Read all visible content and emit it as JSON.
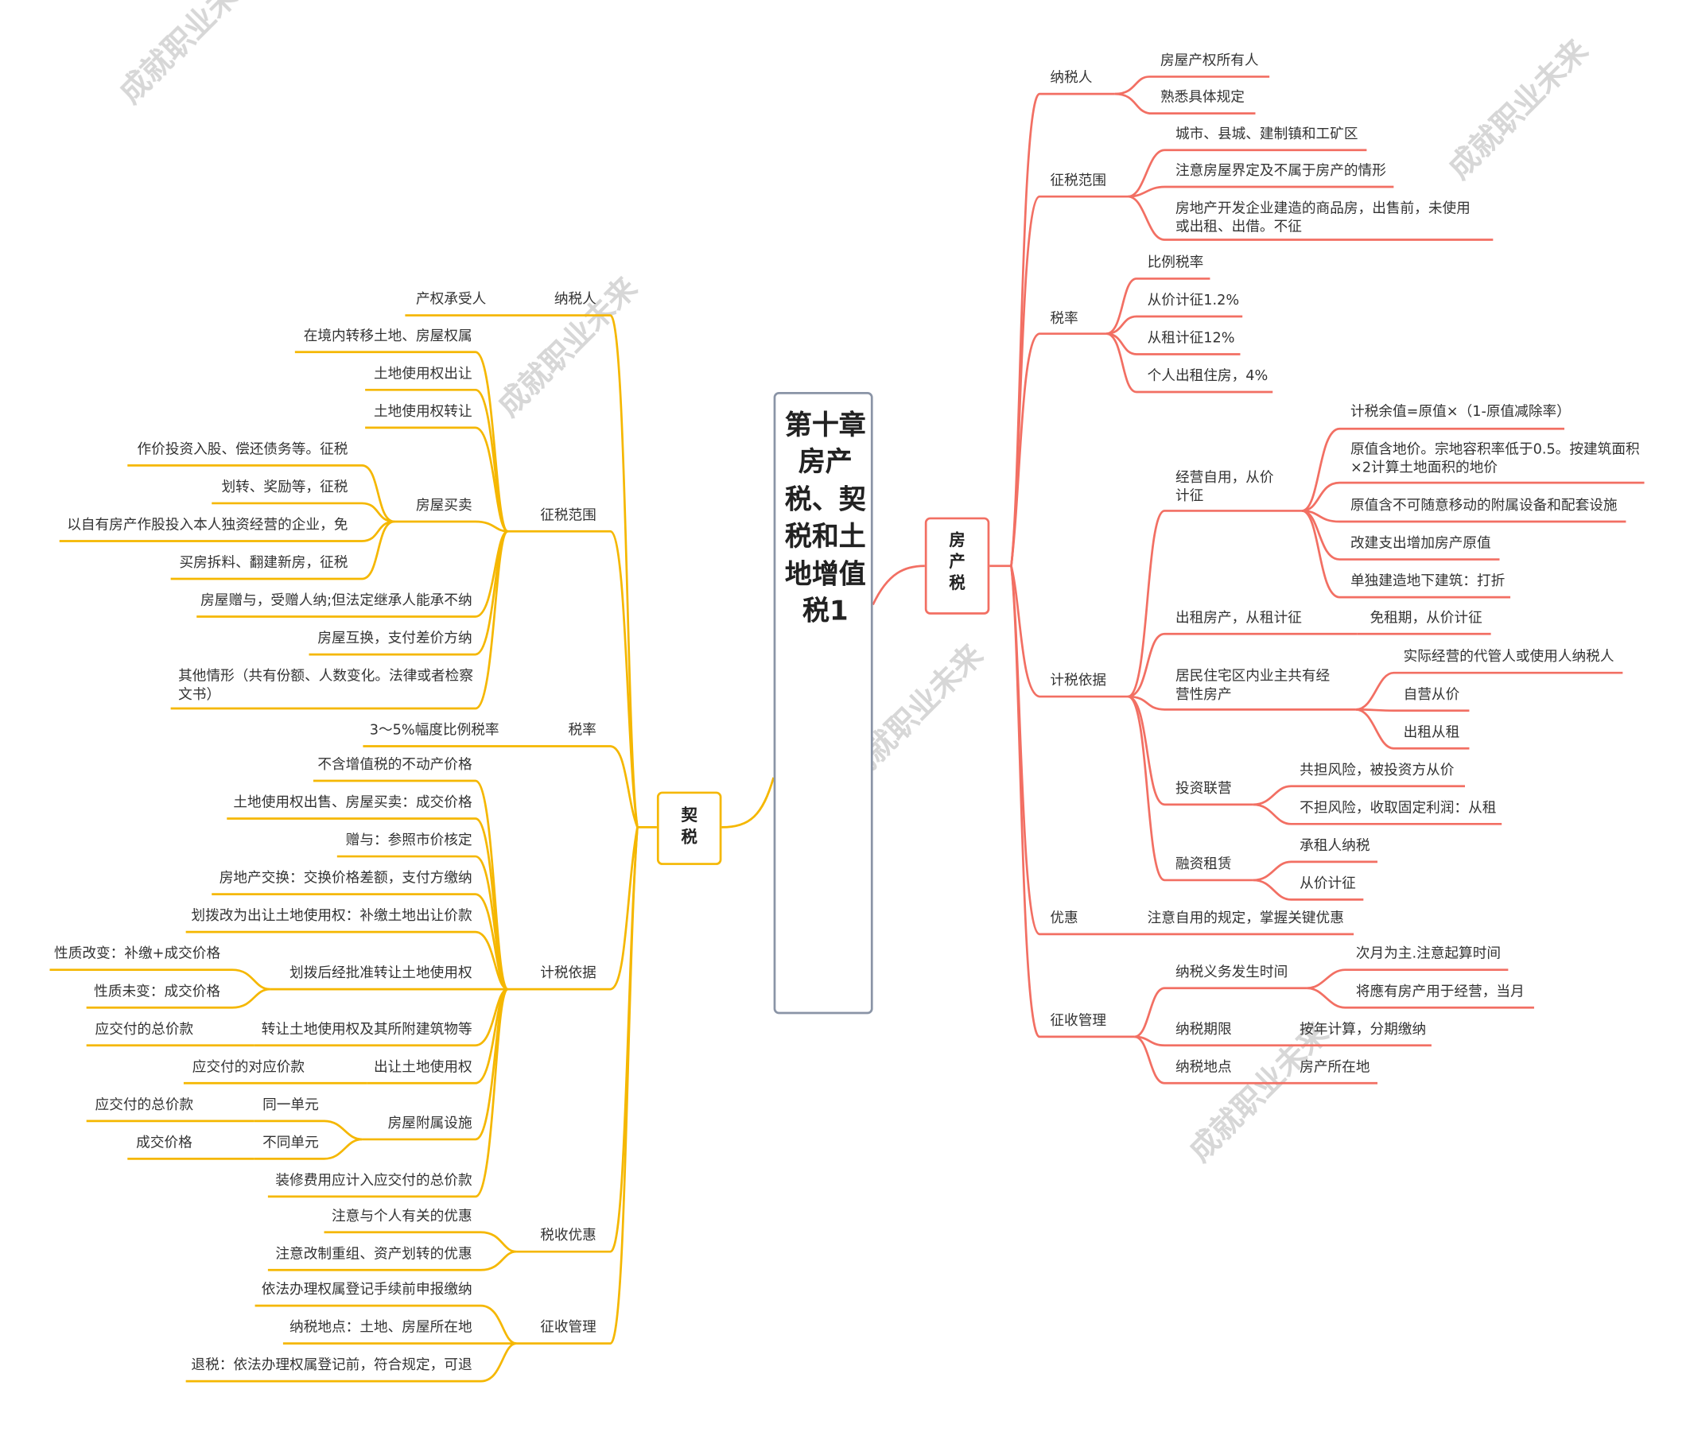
{
  "central_title": "第十章房产税、契税和土地增值税1",
  "colors": {
    "fcs": "#f26f63",
    "qs": "#f5b700",
    "central_border": "#8a94a6"
  },
  "watermark": {
    "text": "成就职业未来"
  },
  "fcs": {
    "title": "房产税",
    "nashuiren": {
      "label": "纳税人",
      "items": [
        "房屋产权所有人",
        "熟悉具体规定"
      ]
    },
    "fanwei": {
      "label": "征税范围",
      "items": [
        "城市、县城、建制镇和工矿区",
        "注意房屋界定及不属于房产的情形",
        "房地产开发企业建造的商品房，出售前，未使用或出租、出借。不征"
      ]
    },
    "shuilv": {
      "label": "税率",
      "items": [
        "比例税率",
        "从价计征1.2%",
        "从租计征12%",
        "个人出租住房，4%"
      ]
    },
    "yiju": {
      "label": "计税依据",
      "jingying": {
        "label": "经营自用，从价计征",
        "items": [
          "计税余值=原值×（1-原值减除率）",
          "原值含地价。宗地容积率低于0.5。按建筑面积×2计算土地面积的地价",
          "原值含不可随意移动的附属设备和配套设施",
          "改建支出增加房产原值",
          "单独建造地下建筑：打折"
        ]
      },
      "chuzu": {
        "label": "出租房产，从租计征",
        "item": "免租期，从价计征"
      },
      "jumin": {
        "label": "居民住宅区内业主共有经营性房产",
        "items": [
          "实际经营的代管人或使用人纳税人",
          "自营从价",
          "出租从租"
        ]
      },
      "touzi": {
        "label": "投资联营",
        "items": [
          "共担风险，被投资方从价",
          "不担风险，收取固定利润：从租"
        ]
      },
      "rongzi": {
        "label": "融资租赁",
        "items": [
          "承租人纳税",
          "从价计征"
        ]
      }
    },
    "youhui": {
      "label": "优惠",
      "item": "注意自用的规定，掌握关键优惠"
    },
    "zhengshou": {
      "label": "征收管理",
      "yiwu": {
        "label": "纳税义务发生时间",
        "items": [
          "次月为主.注意起算时间",
          "将應有房产用于经营，当月"
        ]
      },
      "qixian": {
        "label": "纳税期限",
        "item": "按年计算，分期缴纳"
      },
      "didian": {
        "label": "纳税地点",
        "item": "房产所在地"
      }
    }
  },
  "qs": {
    "title": "契税",
    "nashuiren": {
      "label": "纳税人",
      "item": "产权承受人"
    },
    "fanwei": {
      "label": "征税范围",
      "items": [
        "在境内转移土地、房屋权属",
        "土地使用权出让",
        "土地使用权转让"
      ],
      "maimai": {
        "label": "房屋买卖",
        "items": [
          "作价投资入股、偿还债务等。征税",
          "划转、奖励等，征税",
          "以自有房产作股投入本人独资经营的企业，免",
          "买房拆料、翻建新房，征税"
        ]
      },
      "others": [
        "房屋赠与，受赠人纳;但法定继承人能承不纳",
        "房屋互换，支付差价方纳",
        "其他情形（共有份额、人数变化。法律或者检察文书）"
      ]
    },
    "shuilv": {
      "label": "税率",
      "item": "3～5%幅度比例税率"
    },
    "yiju": {
      "label": "计税依据",
      "items": [
        "不含增值税的不动产价格",
        "土地使用权出售、房屋买卖：成交价格",
        "赠与：参照市价核定",
        "房地产交换：交换价格差额，支付方缴纳",
        "划拨改为出让土地使用权：补缴土地出让价款"
      ],
      "huabo": {
        "label": "划拨后经批准转让土地使用权",
        "items": [
          "性质改变：补缴+成交价格",
          "性质未变：成交价格"
        ]
      },
      "zhuanrang": {
        "label": "转让土地使用权及其所附建筑物等",
        "item": "应交付的总价款"
      },
      "churang": {
        "label": "出让土地使用权",
        "item": "应交付的对应价款"
      },
      "fushu": {
        "label": "房屋附属设施",
        "tongyi": {
          "label": "同一单元",
          "item": "应交付的总价款"
        },
        "butong": {
          "label": "不同单元",
          "item": "成交价格"
        }
      },
      "zhuangxiu": "装修费用应计入应交付的总价款"
    },
    "youhui": {
      "label": "税收优惠",
      "items": [
        "注意与个人有关的优惠",
        "注意改制重组、资产划转的优惠"
      ]
    },
    "zhengshou": {
      "label": "征收管理",
      "items": [
        "依法办理权属登记手续前申报缴纳",
        "纳税地点：土地、房屋所在地",
        "退税：依法办理权属登记前，符合规定，可退"
      ]
    }
  }
}
